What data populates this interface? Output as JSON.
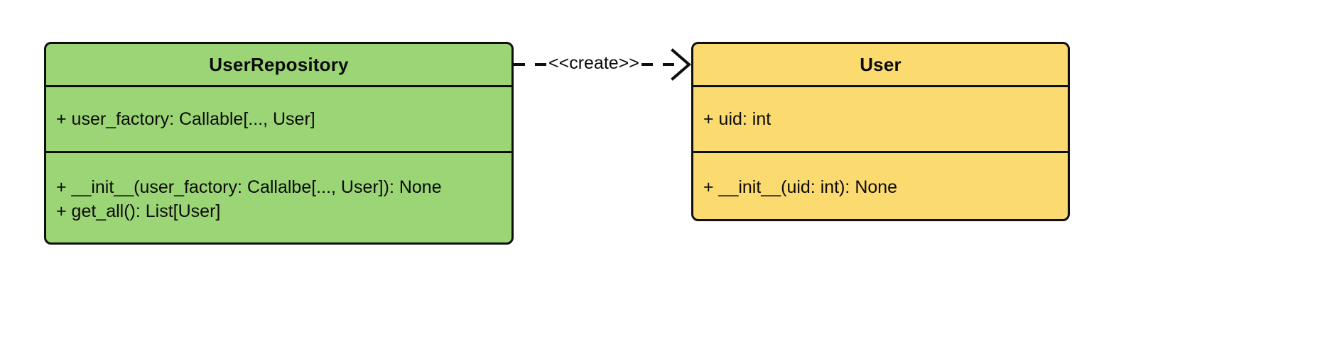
{
  "diagram": {
    "type": "uml-class-diagram",
    "background_color": "#ffffff",
    "classes": [
      {
        "id": "UserRepository",
        "name": "UserRepository",
        "fill_color": "#9bd575",
        "border_color": "#0f0f0f",
        "attributes": [
          "+ user_factory: Callable[..., User]"
        ],
        "methods": [
          "+ __init__(user_factory: Callalbe[..., User]): None",
          "+ get_all(): List[User]"
        ]
      },
      {
        "id": "User",
        "name": "User",
        "fill_color": "#fbda6f",
        "border_color": "#0f0f0f",
        "attributes": [
          "+ uid: int"
        ],
        "methods": [
          "+ __init__(uid: int): None"
        ]
      }
    ],
    "relationships": [
      {
        "id": "create-dependency",
        "kind": "dependency",
        "line_style": "dashed",
        "arrow_head": "open",
        "stereotype": "<<create>>",
        "source": "UserRepository",
        "target": "User"
      }
    ]
  }
}
